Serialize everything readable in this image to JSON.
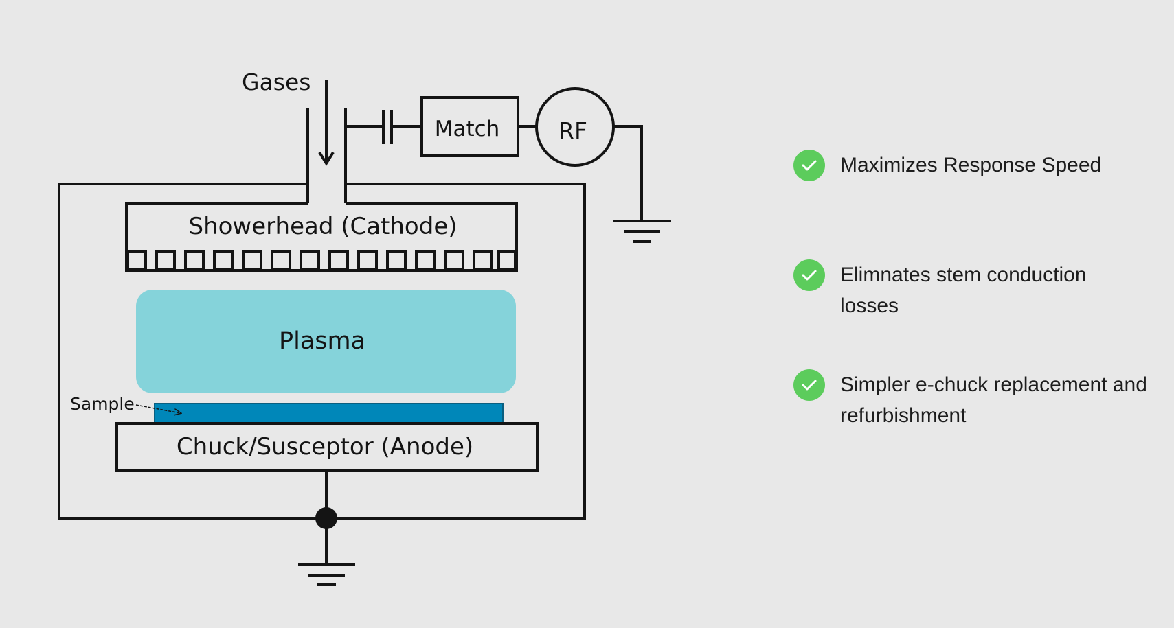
{
  "colors": {
    "background": "#e8e8e8",
    "line": "#141414",
    "plasma": "#85d3da",
    "sample": "#0087b9",
    "check": "#5ccc5c"
  },
  "diagram": {
    "gases_label": "Gases",
    "match_label": "Match",
    "rf_label": "RF",
    "showerhead_label": "Showerhead (Cathode)",
    "plasma_label": "Plasma",
    "sample_label": "Sample",
    "chuck_label": "Chuck/Susceptor (Anode)"
  },
  "benefits": [
    {
      "icon": "check-circle-icon",
      "text": "Maximizes Response Speed"
    },
    {
      "icon": "check-circle-icon",
      "text": "Elimnates stem conduction losses"
    },
    {
      "icon": "check-circle-icon",
      "text": "Simpler e-chuck replacement and refurbishment"
    }
  ]
}
